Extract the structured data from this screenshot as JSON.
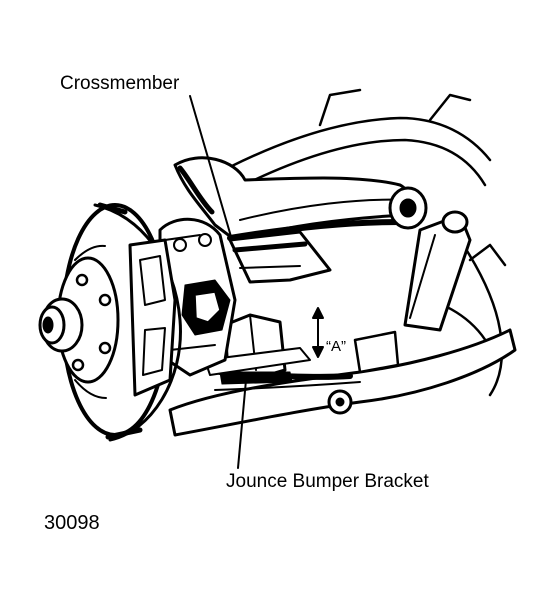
{
  "labels": {
    "crossmember": "Crossmember",
    "jounce": "Jounce Bumper Bracket",
    "dimension": "“A”",
    "figure_number": "30098"
  },
  "colors": {
    "ink": "#000000",
    "paper": "#ffffff"
  }
}
